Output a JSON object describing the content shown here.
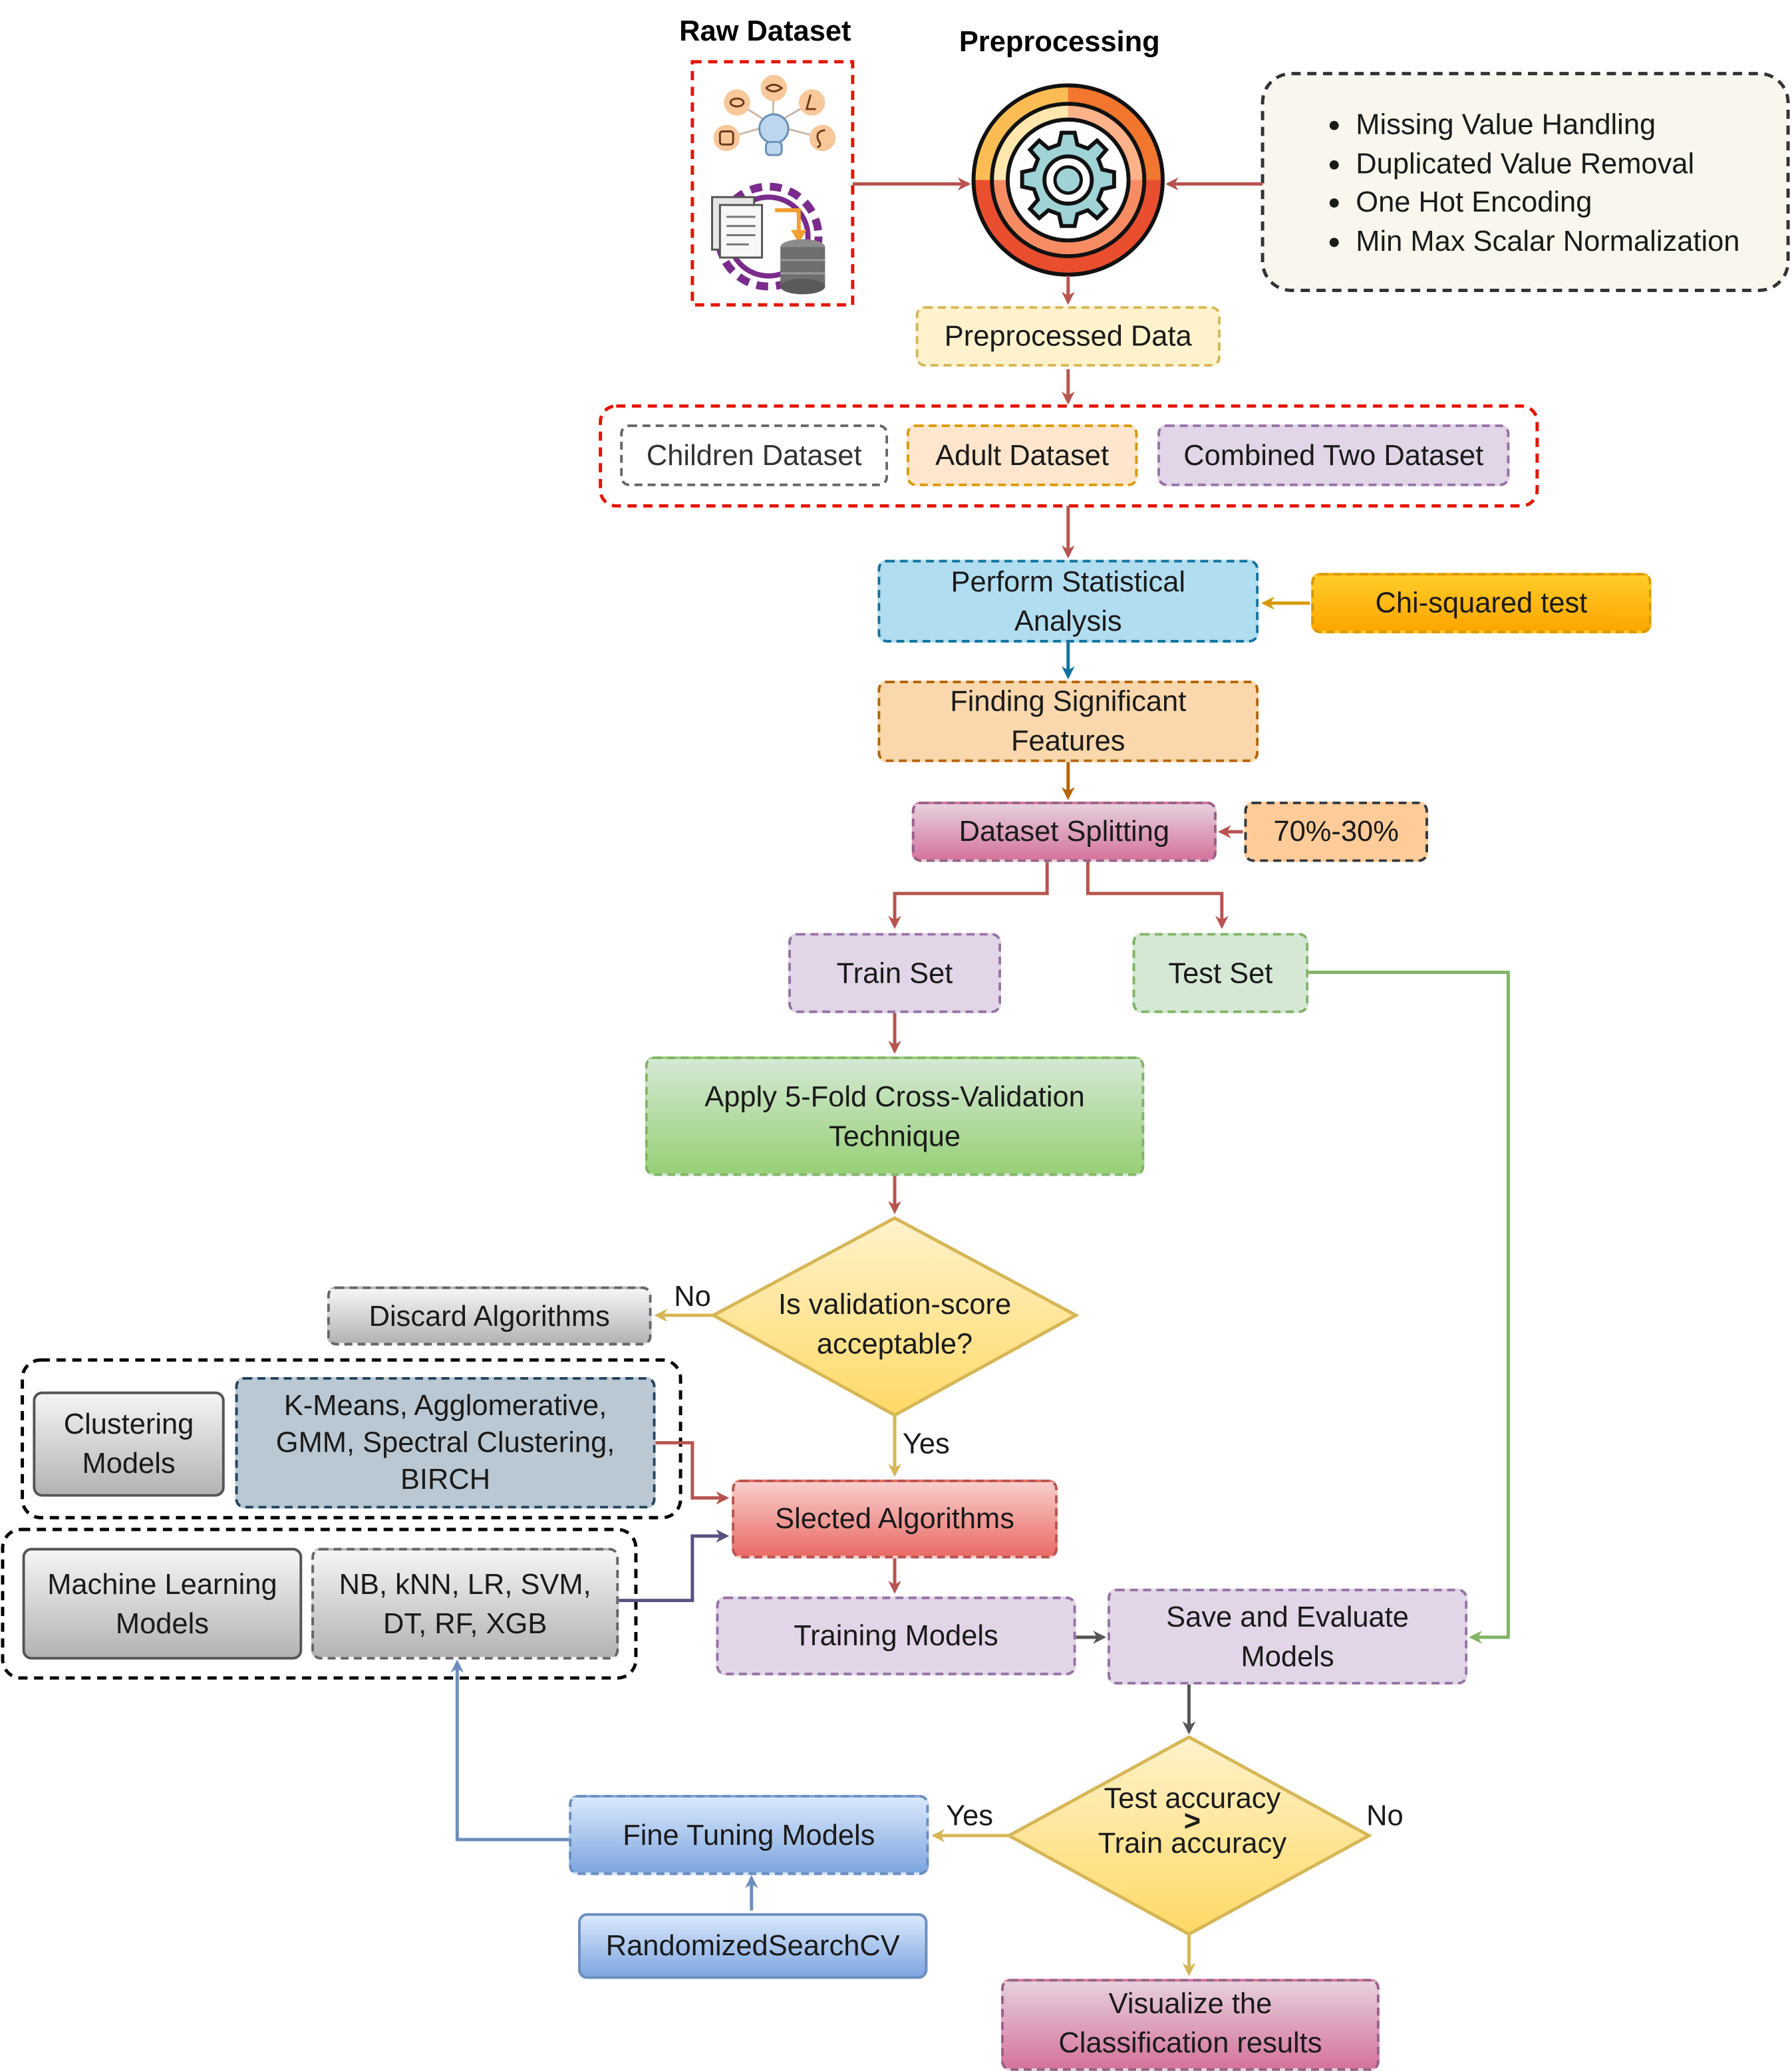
{
  "raw_dataset": {
    "title": "Raw Dataset"
  },
  "preprocessing": {
    "title": "Preprocessing",
    "steps": [
      "Missing Value Handling",
      "Duplicated Value Removal",
      "One Hot Encoding",
      "Min Max Scalar Normalization"
    ]
  },
  "preprocessed_data": "Preprocessed Data",
  "datasets": [
    "Children Dataset",
    "Adult Dataset",
    "Combined Two Dataset"
  ],
  "statistical_analysis": {
    "line1": "Perform Statistical",
    "line2": "Analysis"
  },
  "chi_squared": "Chi-squared test",
  "significant_features": {
    "line1": "Finding Significant",
    "line2": "Features"
  },
  "dataset_splitting": "Dataset Splitting",
  "split_ratio": "70%-30%",
  "train_set": "Train Set",
  "test_set": "Test Set",
  "cross_validation": {
    "line1": "Apply 5-Fold Cross-Validation",
    "line2": "Technique"
  },
  "validation_decision": {
    "line1": "Is validation-score",
    "line2": "acceptable?",
    "no_label": "No",
    "yes_label": "Yes"
  },
  "discard_algorithms": "Discard Algorithms",
  "clustering": {
    "label_line1": "Clustering",
    "label_line2": "Models",
    "list_line1": "K-Means, Agglomerative,",
    "list_line2": "GMM, Spectral Clustering,",
    "list_line3": "BIRCH"
  },
  "selected_algorithms": "Slected Algorithms",
  "machine_learning": {
    "label_line1": "Machine Learning",
    "label_line2": "Models",
    "list_line1": "NB, kNN, LR, SVM,",
    "list_line2": "DT, RF, XGB"
  },
  "training_models": "Training Models",
  "save_evaluate": {
    "line1": "Save and Evaluate",
    "line2": "Models"
  },
  "accuracy_decision": {
    "line1": "Test accuracy",
    "symbol": ">",
    "line2": "Train accuracy",
    "yes_label": "Yes",
    "no_label": "No"
  },
  "fine_tuning": "Fine Tuning Models",
  "randomized_search": "RandomizedSearchCV",
  "visualize": {
    "line1": "Visualize the",
    "line2": "Classification results"
  },
  "colors": {
    "red_arrow": "#b85450",
    "green_arrow": "#82b366",
    "blue_arrow": "#6c8ebf",
    "yellow_arrow": "#d6b656",
    "gold_arrow": "#d79b00",
    "purple_arrow": "#56517e",
    "gray_arrow": "#555555",
    "teal_arrow": "#10739e",
    "brown_arrow": "#b46504"
  }
}
